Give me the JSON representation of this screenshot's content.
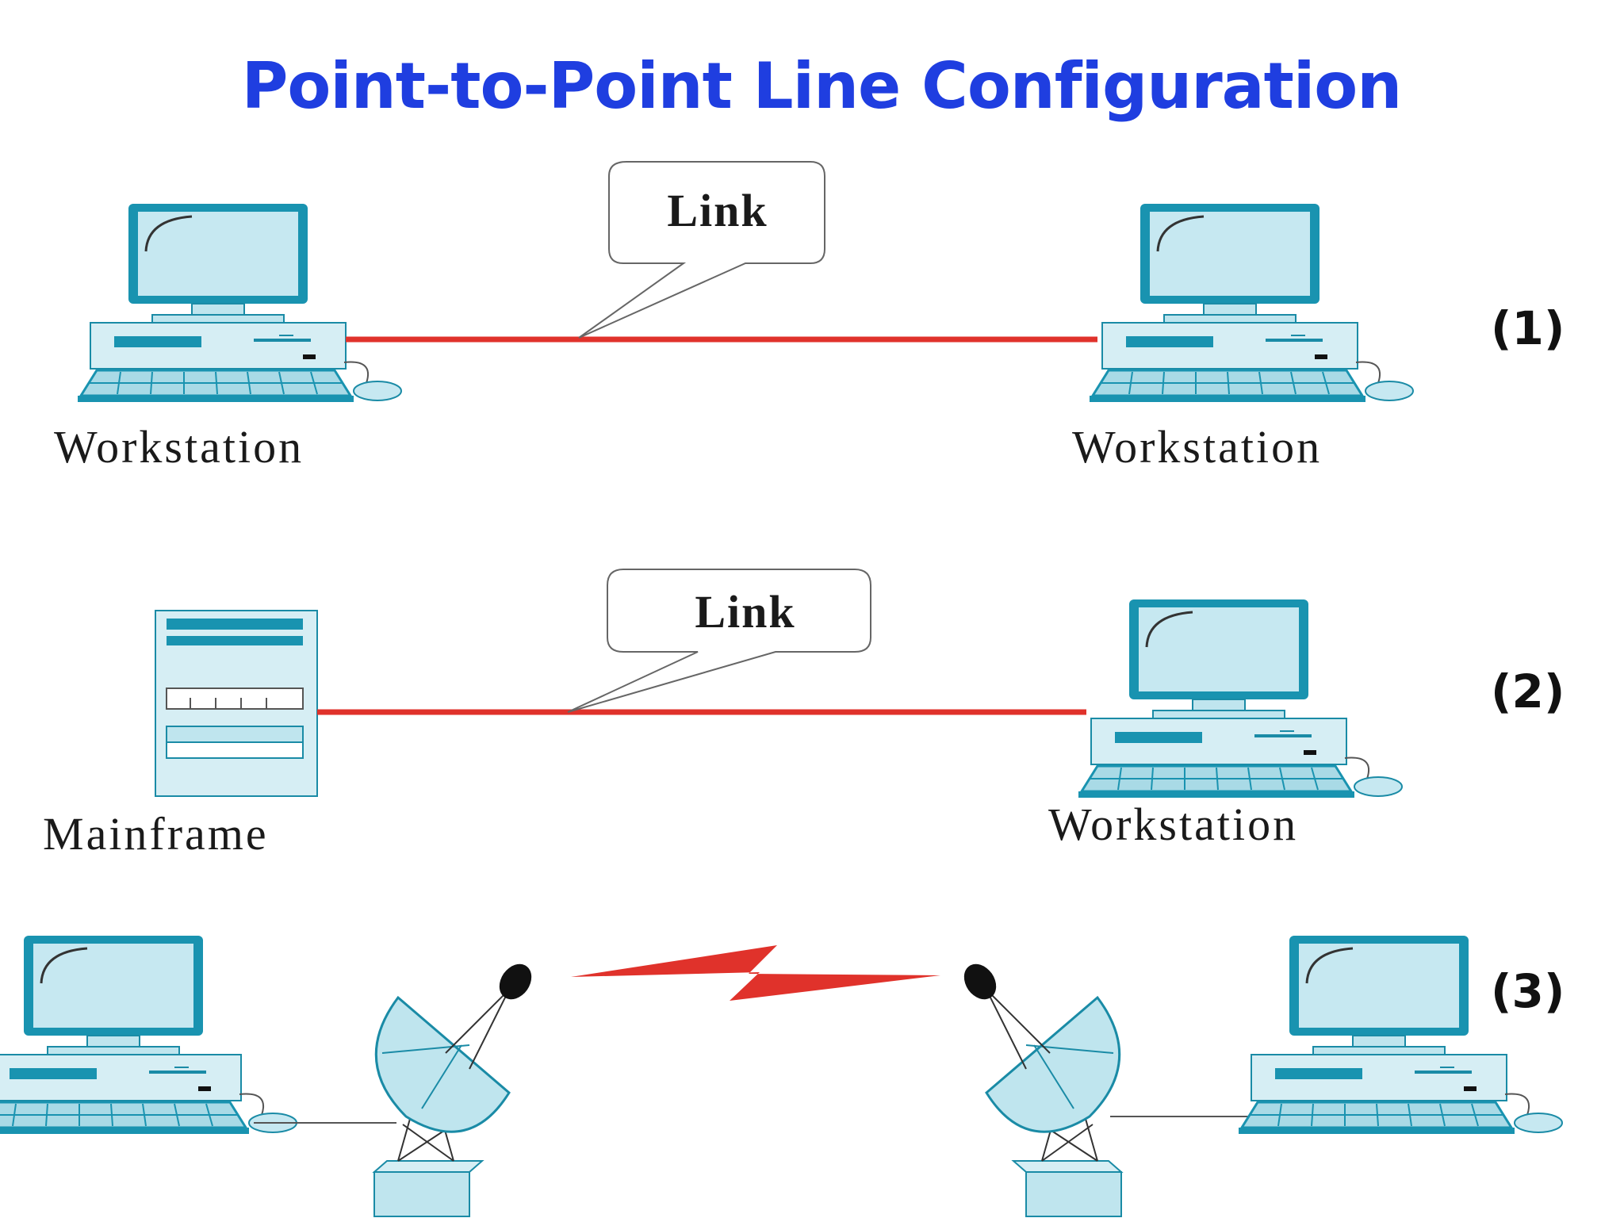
{
  "title": "Point-to-Point Line Configuration",
  "rows": [
    {
      "number": "(1)",
      "left_label": "Workstation",
      "right_label": "Workstation",
      "link_label": "Link"
    },
    {
      "number": "(2)",
      "left_label": "Mainframe",
      "right_label": "Workstation",
      "link_label": "Link"
    },
    {
      "number": "(3)"
    }
  ],
  "colors": {
    "title": "#1f3ee0",
    "link_line": "#e0322b",
    "device_fill": "#bfe5ee",
    "device_stroke": "#1a8ba6",
    "device_dark": "#1993b0"
  }
}
